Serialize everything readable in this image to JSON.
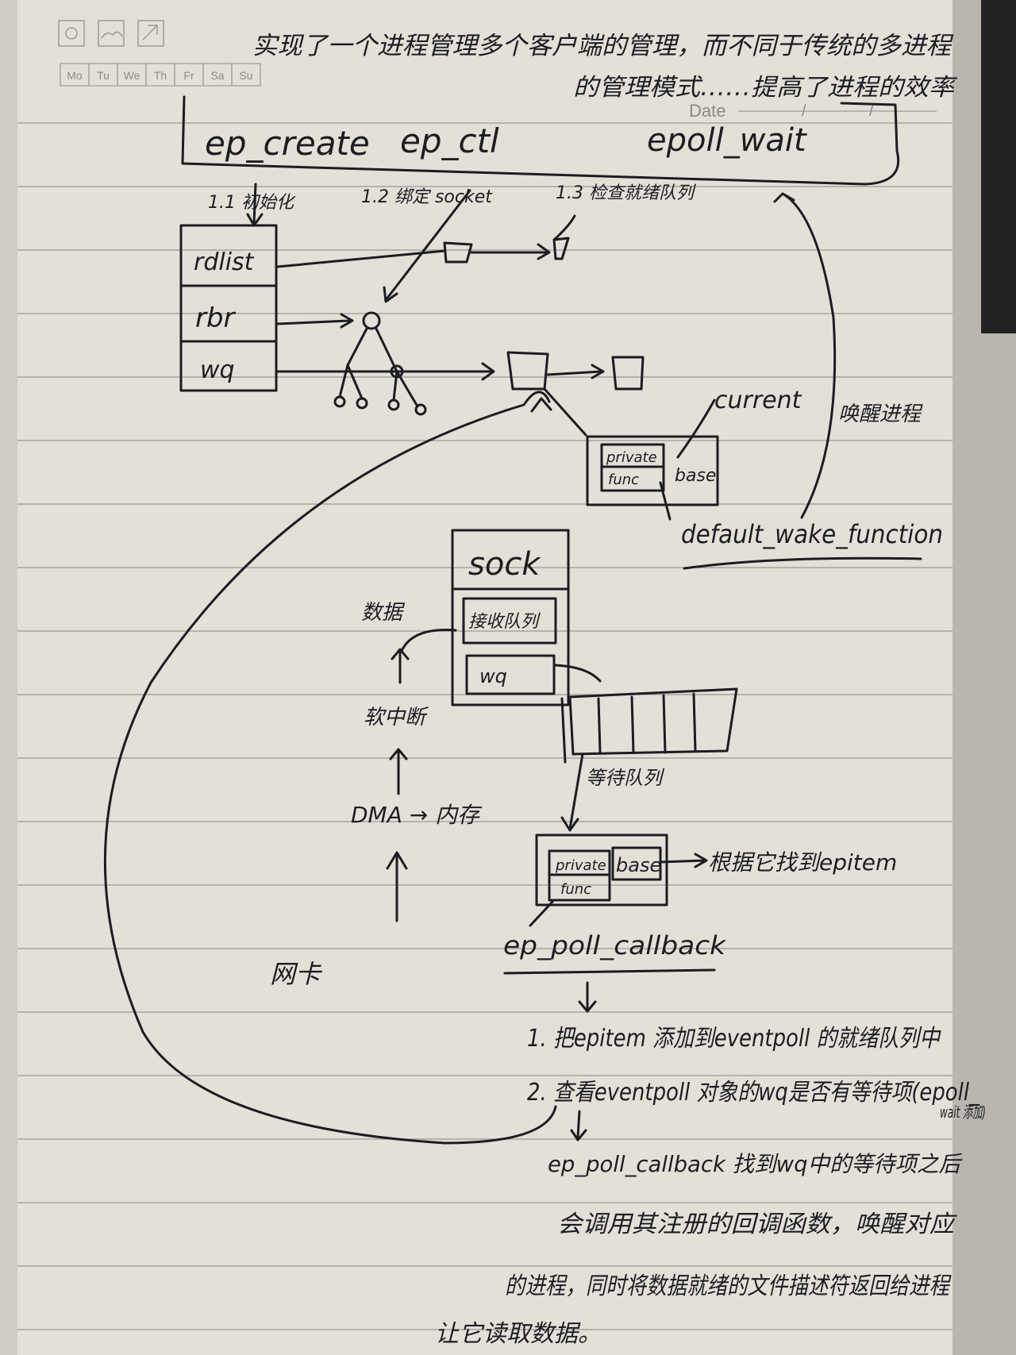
{
  "header": {
    "weekdays": [
      "Mo",
      "Tu",
      "We",
      "Th",
      "Fr",
      "Sa",
      "Su"
    ],
    "date_label": "Date",
    "weather_icons": [
      "sun-icon",
      "cloud-icon",
      "rain-icon"
    ]
  },
  "title": {
    "line1": "实现了一个进程管理多个客户端的管理，而不同于传统的多进程",
    "line2": "的管理模式……提高了进程的效率"
  },
  "api": {
    "create": "ep_create",
    "ctl": "ep_ctl",
    "wait": "epoll_wait"
  },
  "steps": {
    "s11": "1.1 初始化",
    "s12": "1.2 绑定 socket",
    "s13": "1.3 检查就绪队列"
  },
  "eventpoll": {
    "rdlist": "rdlist",
    "rbr": "rbr",
    "wq": "wq"
  },
  "wait_entry": {
    "private": "private",
    "func": "func",
    "base": "base",
    "current": "current",
    "wake_fn": "default_wake_function",
    "wake_note": "唤醒进程"
  },
  "sock": {
    "title": "sock",
    "recv_queue": "接收队列",
    "wq": "wq"
  },
  "flow": {
    "data": "数据",
    "softirq": "软中断",
    "dma": "DMA → 内存",
    "network": "网卡",
    "wait_queue": "等待队列"
  },
  "ep_entry": {
    "private": "private",
    "func": "func",
    "base": "base",
    "base_note": "根据它找到epitem",
    "callback": "ep_poll_callback"
  },
  "notes": {
    "n1": "1. 把epitem 添加到eventpoll 的就绪队列中",
    "n2": "2. 查看eventpoll 对象的wq是否有等待项(epoll_",
    "n2b": "wait 添加)",
    "n3": "ep_poll_callback 找到wq中的等待项之后",
    "n4": "会调用其注册的回调函数，唤醒对应",
    "n5": "的进程，同时将数据就绪的文件描述符返回给进程",
    "n6": "让它读取数据。"
  }
}
